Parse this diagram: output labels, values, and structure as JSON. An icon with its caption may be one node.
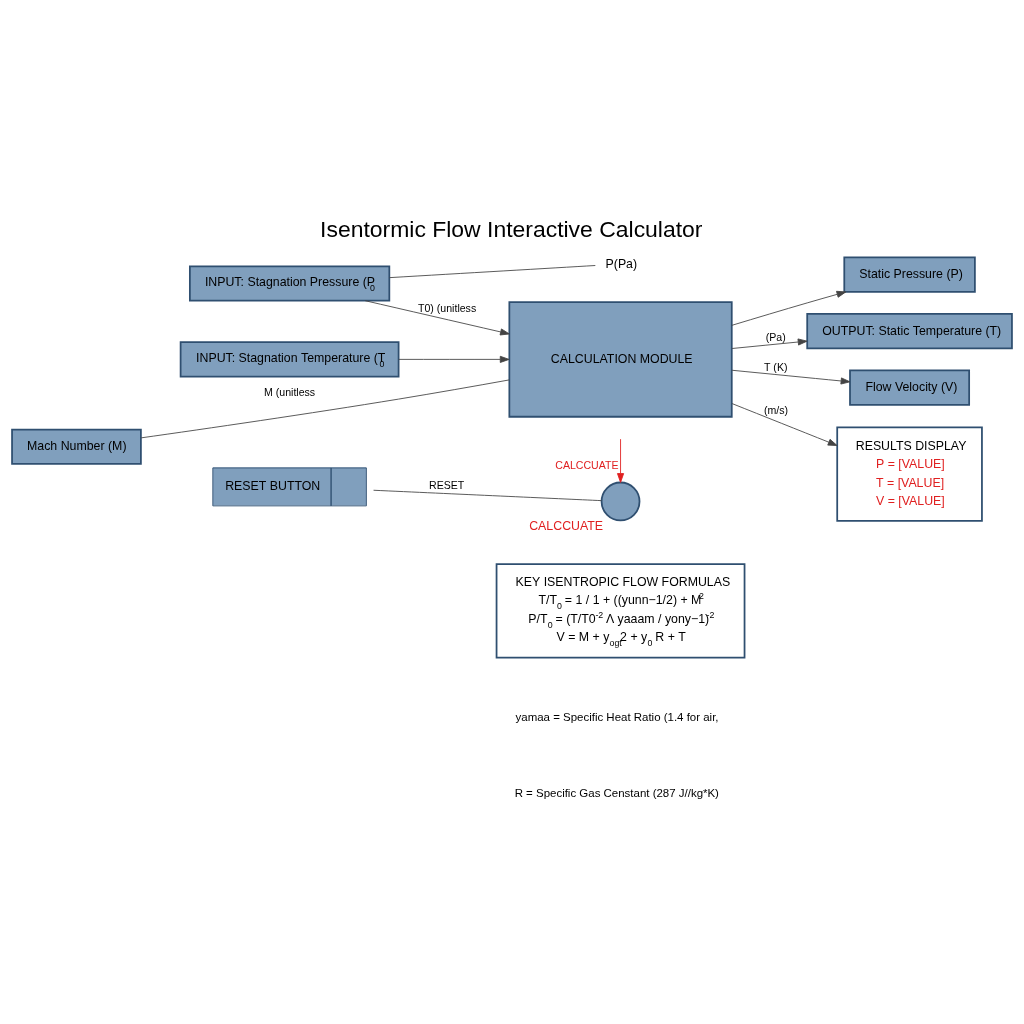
{
  "diagram": {
    "title": "Isentormic Flow Interactive Calculator",
    "nodes": [
      {
        "text": [
          "INPUT: Stagnation Pressure (P$_{0}$"
        ]
      },
      {
        "text": [
          "INPUT: Stagnation Temperature (T$_{0}$"
        ]
      },
      {
        "text": [
          "Mach Number (M)"
        ]
      },
      {
        "text": [
          "RESET BUTTON"
        ]
      },
      {
        "text": [],
        "shape": "circle",
        "beside": [
          "CALCCUATE"
        ]
      },
      {
        "text": [
          "CALCULATION MODULE"
        ]
      },
      {
        "text": [
          "Static Pressure (P)"
        ]
      },
      {
        "text": [
          "OUTPUT: Static Temperature (T)"
        ]
      },
      {
        "text": [
          "Flow Velocity (V)"
        ]
      },
      {
        "text": [
          "RESULTS DISPLAY",
          "P = [VALUE]",
          "T = [VALUE]",
          "V = [VALUE]"
        ]
      },
      {
        "text": [
          "KEY ISENTROPIC FLOW FORMULAS",
          "T/T$_{0}$ = 1 / 1 + ((yunn−1/2) + M$^{2}$",
          "P/T$_{0}$ = (T/T0$^{-2}$ Λ yaaam / yony−1)$^{-2}$",
          "V = M + y$_{ogt}$2 + y$_{0}$ R + T"
        ]
      },
      {
        "text": [
          "P(Pa)"
        ]
      }
    ],
    "edges": [
      {
        "from": 0,
        "to": 11,
        "arrow": "none"
      },
      {
        "from": 0,
        "to": 5,
        "arrow": "to",
        "label": "T0) (unitless"
      },
      {
        "from": 1,
        "to": 5,
        "arrow": "to"
      },
      {
        "from": 2,
        "to": 5,
        "arrow": "none",
        "label": "M (unitless"
      },
      {
        "from": 3,
        "to": 4,
        "arrow": "none",
        "label": "RESET"
      },
      {
        "from": null,
        "to": 4,
        "arrow": "to",
        "color": "#e02020",
        "label": "CALCCUATE"
      },
      {
        "from": 5,
        "to": 6,
        "arrow": "to"
      },
      {
        "from": 5,
        "to": 7,
        "arrow": "to",
        "label": "(Pa)"
      },
      {
        "from": 5,
        "to": 8,
        "arrow": "to",
        "label": "T (K)"
      },
      {
        "from": 5,
        "to": 9,
        "arrow": "to",
        "label": "(m/s)"
      }
    ],
    "labels": [
      "yamaa = Specific Heat Ratio (1.4 for air,",
      "R = Specific Gas Censtant (287 J//kg*K)"
    ]
  }
}
